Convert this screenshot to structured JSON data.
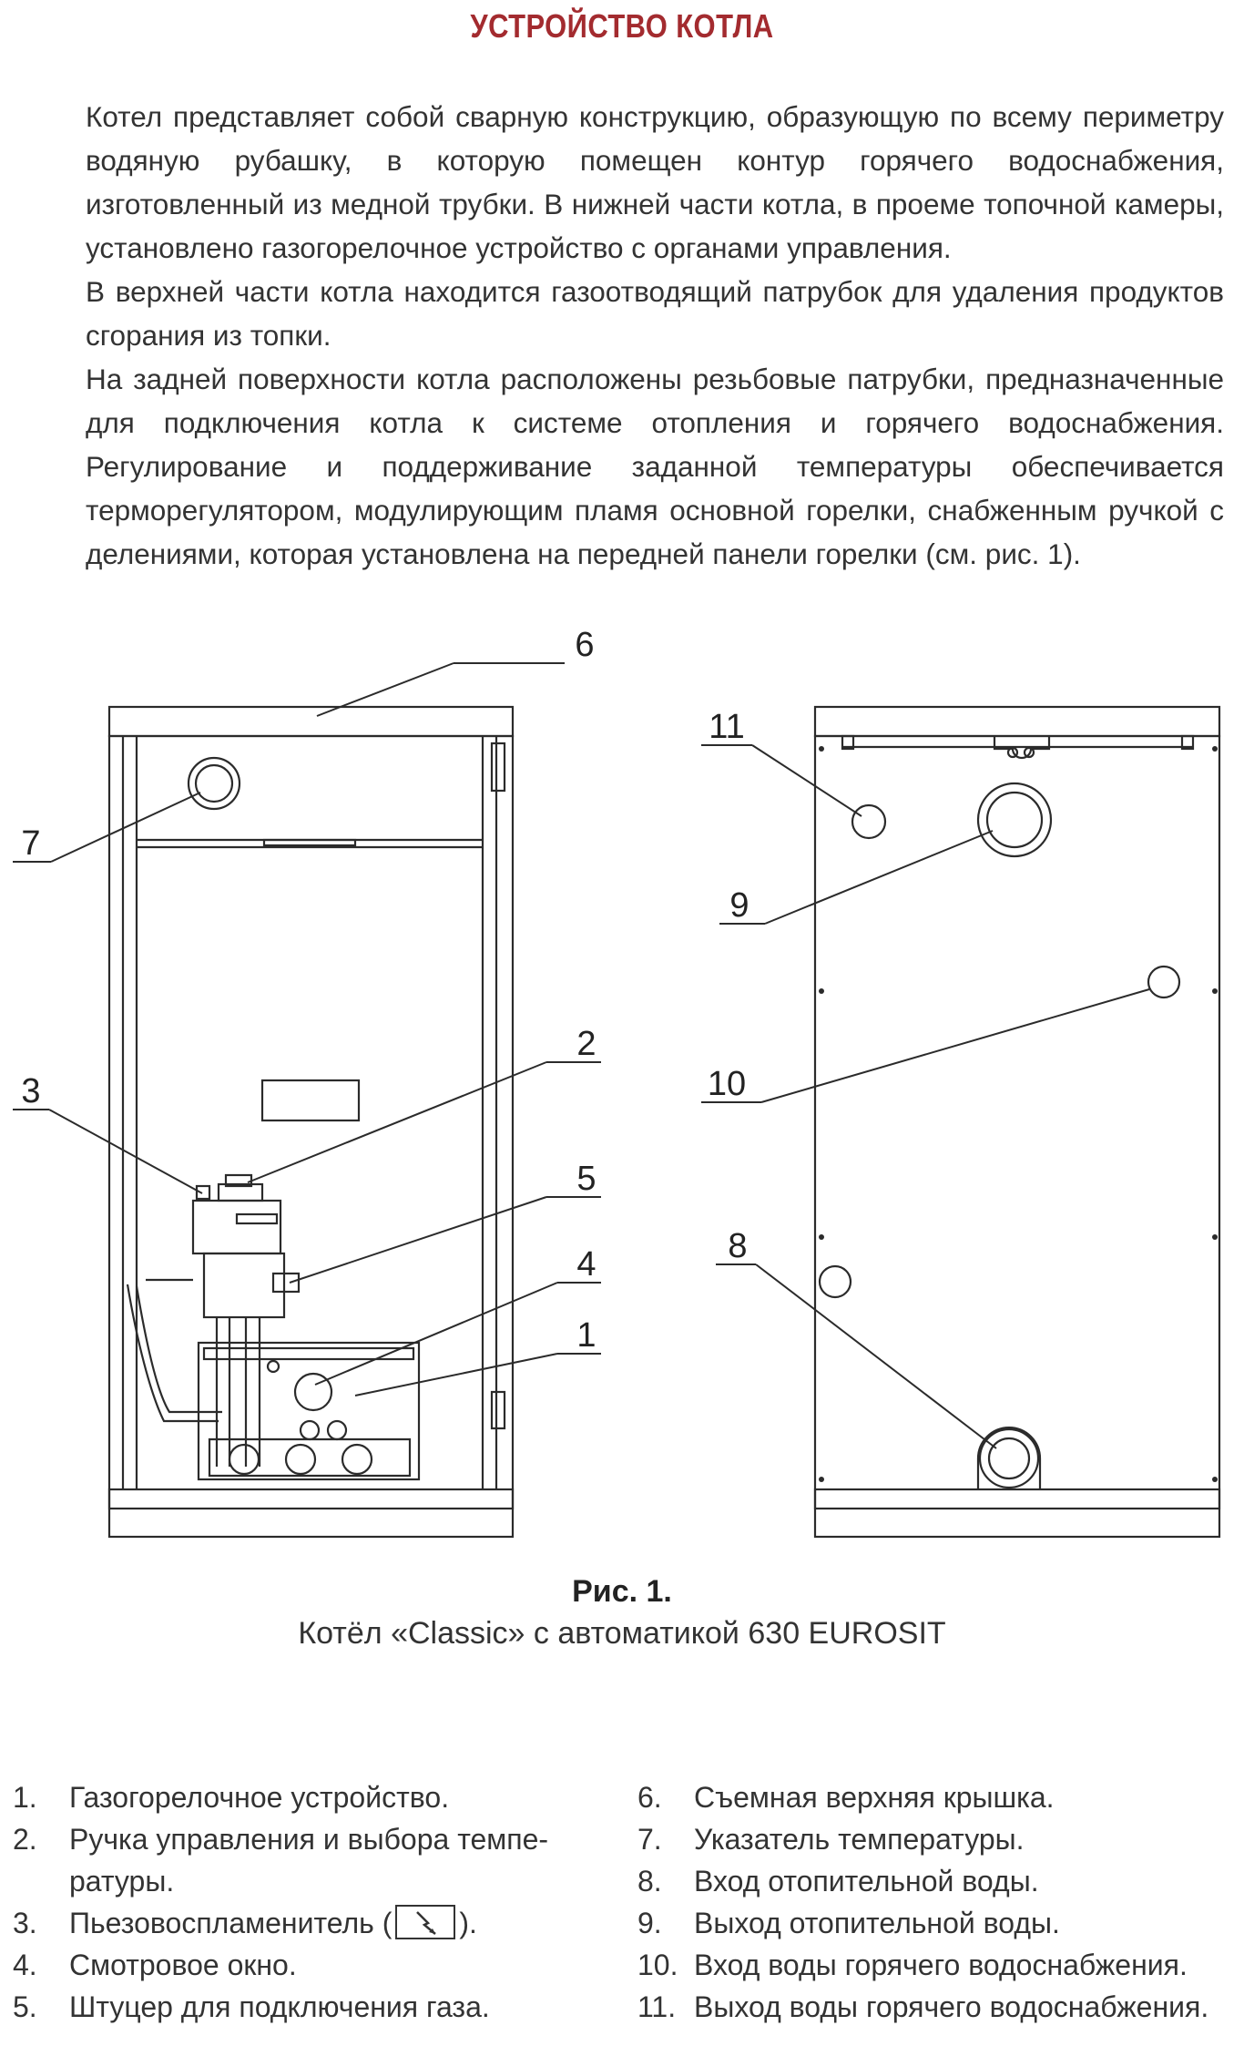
{
  "title": "УСТРОЙСТВО КОТЛА",
  "paragraphs": [
    "Котел представляет собой сварную конструкцию, образующую по всему периметру водяную рубашку, в которую помещен контур горячего водоснабжения, изготовленный из медной трубки. В нижней части котла, в проеме топочной камеры, установлено газогорелочное устройство с органами управления.",
    "В верхней части котла находится газоотводящий патрубок для удаления продуктов сгорания из топки.",
    "На задней поверхности котла расположены резьбовые патрубки, предназначенные для подключения котла к системе отопления и горячего водоснабжения. Регулирование и поддерживание заданной температуры обеспечивается терморегулятором, модулирующим пламя основной горелки, снабженным ручкой с делениями, которая установлена на передней панели горелки (см. рис. 1)."
  ],
  "figure": {
    "callouts": [
      "6",
      "7",
      "3",
      "2",
      "5",
      "4",
      "1",
      "11",
      "9",
      "10",
      "8"
    ]
  },
  "caption": {
    "title": "Рис. 1.",
    "subtitle": "Котёл «Classic» с автоматикой 630 EUROSIT"
  },
  "legend": {
    "left": [
      {
        "num": "1.",
        "text": "Газогорелочное устройство."
      },
      {
        "num": "2.",
        "text": "Ручка управления и выбора темпе-ратуры."
      },
      {
        "num": "3.",
        "text_before": "Пьезовоспламенитель (",
        "text_after": ")."
      },
      {
        "num": "4.",
        "text": "Смотровое окно."
      },
      {
        "num": "5.",
        "text": "Штуцер для подключения газа."
      }
    ],
    "right": [
      {
        "num": "6.",
        "text": "Съемная верхняя крышка."
      },
      {
        "num": "7.",
        "text": "Указатель температуры."
      },
      {
        "num": "8.",
        "text": "Вход отопительной воды."
      },
      {
        "num": "9.",
        "text": "Выход отопительной воды."
      },
      {
        "num": "10.",
        "text": "Вход воды горячего водоснабжения."
      },
      {
        "num": "11.",
        "text": "Выход воды горячего водоснабжения."
      }
    ],
    "piezo_icon": "piezo-spark-icon"
  }
}
